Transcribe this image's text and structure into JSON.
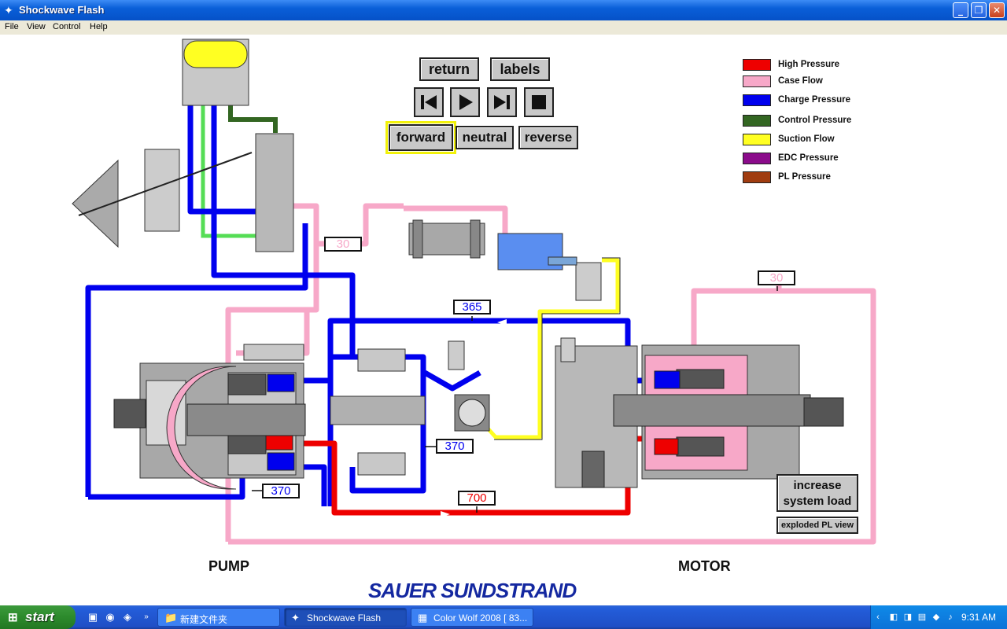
{
  "window": {
    "title": "Shockwave Flash",
    "buttons": {
      "minimize": "_",
      "maximize": "❐",
      "close": "✕"
    }
  },
  "menu": [
    "File",
    "View",
    "Control",
    "Help"
  ],
  "controls": {
    "return_label": "return",
    "labels_label": "labels",
    "forward_label": "forward",
    "neutral_label": "neutral",
    "reverse_label": "reverse",
    "selected_mode": "forward",
    "increase_load_label": "increase system load",
    "exploded_view_label": "exploded PL view"
  },
  "media_buttons": [
    {
      "name": "rewind",
      "glyph": "⏮"
    },
    {
      "name": "play",
      "glyph": "▶"
    },
    {
      "name": "step-forward",
      "glyph": "⏭"
    },
    {
      "name": "stop",
      "glyph": "■"
    }
  ],
  "legend": [
    {
      "label": "High Pressure",
      "color": "#ee0000"
    },
    {
      "label": "Case Flow",
      "color": "#f7a8c8"
    },
    {
      "label": "Charge Pressure",
      "color": "#0000ee"
    },
    {
      "label": "Control Pressure",
      "color": "#336622"
    },
    {
      "label": "Suction Flow",
      "color": "#ffff22"
    },
    {
      "label": "EDC Pressure",
      "color": "#8b0b8b"
    },
    {
      "label": "PL Pressure",
      "color": "#a03c10"
    }
  ],
  "gauges": {
    "case_pump": {
      "value": "30",
      "color": "#f7a8c8"
    },
    "case_motor": {
      "value": "30",
      "color": "#f7a8c8"
    },
    "charge_top": {
      "value": "365",
      "color": "#0000ee"
    },
    "charge_mid": {
      "value": "370",
      "color": "#0000ee"
    },
    "charge_low": {
      "value": "370",
      "color": "#0000ee"
    },
    "high": {
      "value": "700",
      "color": "#ee0000"
    }
  },
  "sections": {
    "pump": "PUMP",
    "motor": "MOTOR"
  },
  "brand": "SAUER SUNDSTRAND",
  "taskbar": {
    "start_label": "start",
    "tasks": [
      {
        "label": "新建文件夹",
        "icon": "📁"
      },
      {
        "label": "Shockwave Flash",
        "icon": "✦"
      },
      {
        "label": "Color Wolf 2008 [ 83...",
        "icon": "▦"
      }
    ],
    "clock": "9:31 AM"
  }
}
